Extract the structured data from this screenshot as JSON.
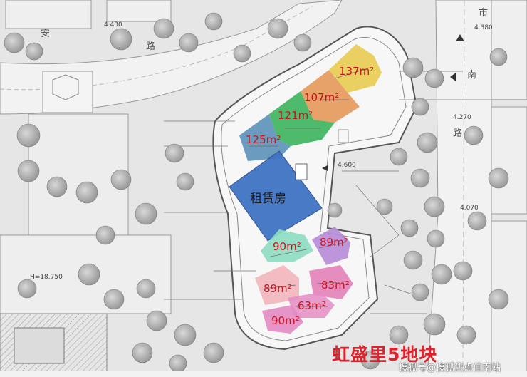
{
  "map": {
    "roads": {
      "an": "安",
      "lu_top": "路",
      "shi": "市",
      "nan": "南",
      "lu_right": "路"
    },
    "elevations": {
      "e1": "4.430",
      "e2": "4.380",
      "e3": "4.270",
      "e4": "4.600",
      "e5": "4.070",
      "h1": "H=18.750"
    },
    "units": [
      {
        "label": "137m²",
        "color": "#e8cc52"
      },
      {
        "label": "107m²",
        "color": "#e59a5c"
      },
      {
        "label": "121m²",
        "color": "#3fb45e"
      },
      {
        "label": "125m²",
        "color": "#5e93b8"
      },
      {
        "label": "90m²",
        "color": "#8fdcc3"
      },
      {
        "label": "89m²",
        "color": "#b68cd8"
      },
      {
        "label": "89m²",
        "color": "#f2b6be"
      },
      {
        "label": "83m²",
        "color": "#e37ab5"
      },
      {
        "label": "63m²",
        "color": "#e48cc4"
      },
      {
        "label": "90m²",
        "color": "#e48cc4"
      }
    ],
    "rental_label": "租赁房",
    "rental_color": "#3f74c4",
    "title": "虹盛里5地块",
    "watermark": "搜狐号@搜狐焦点佳南站"
  }
}
